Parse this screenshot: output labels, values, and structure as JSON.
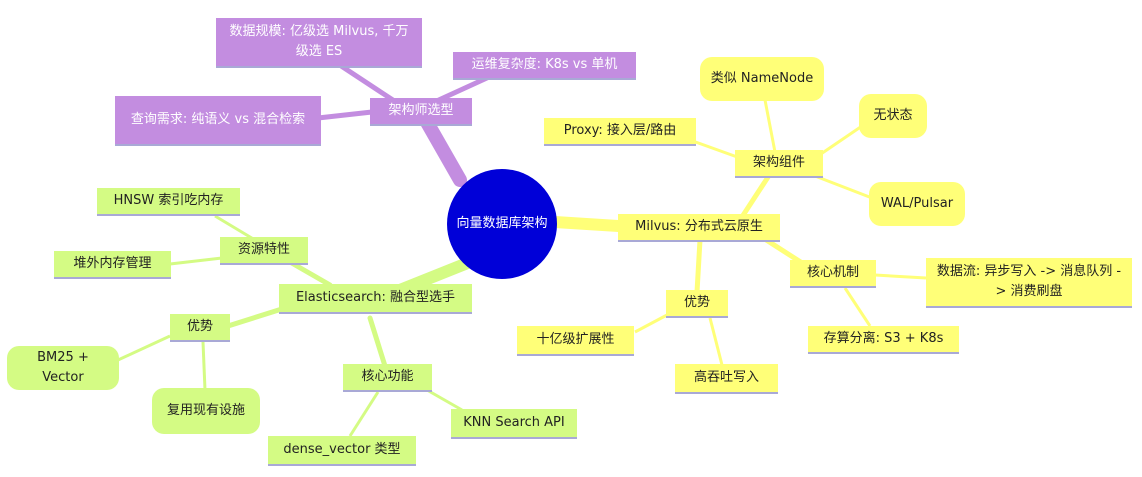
{
  "colors": {
    "root": "#0000d8",
    "architect_branch": "#c38de0",
    "milvus_branch": "#ffff78",
    "elasticsearch_branch": "#d4fb84"
  },
  "root": {
    "label": "向量数据库架构"
  },
  "architect": {
    "label": "架构师选型",
    "data_scale": "数据规模: 亿级选 Milvus, 千万级选 ES",
    "ops_complexity": "运维复杂度: K8s vs 单机",
    "query_needs": "查询需求: 纯语义 vs 混合检索"
  },
  "milvus": {
    "label": "Milvus: 分布式云原生",
    "components": {
      "label": "架构组件",
      "proxy": "Proxy: 接入层/路由",
      "namenode": "类似 NameNode",
      "stateless": "无状态",
      "wal": "WAL/Pulsar"
    },
    "core": {
      "label": "核心机制",
      "dataflow": "数据流: 异步写入 -> 消息队列 -> 消费刷盘",
      "separation": "存算分离: S3 + K8s"
    },
    "advantages": {
      "label": "优势",
      "scale": "十亿级扩展性",
      "throughput": "高吞吐写入"
    }
  },
  "es": {
    "label": "Elasticsearch: 融合型选手",
    "resources": {
      "label": "资源特性",
      "hnsw": "HNSW 索引吃内存",
      "offheap": "堆外内存管理"
    },
    "advantages": {
      "label": "优势",
      "bm25": "BM25 + Vector",
      "reuse": "复用现有设施"
    },
    "core": {
      "label": "核心功能",
      "dense": "dense_vector 类型",
      "knn": "KNN Search API"
    }
  }
}
